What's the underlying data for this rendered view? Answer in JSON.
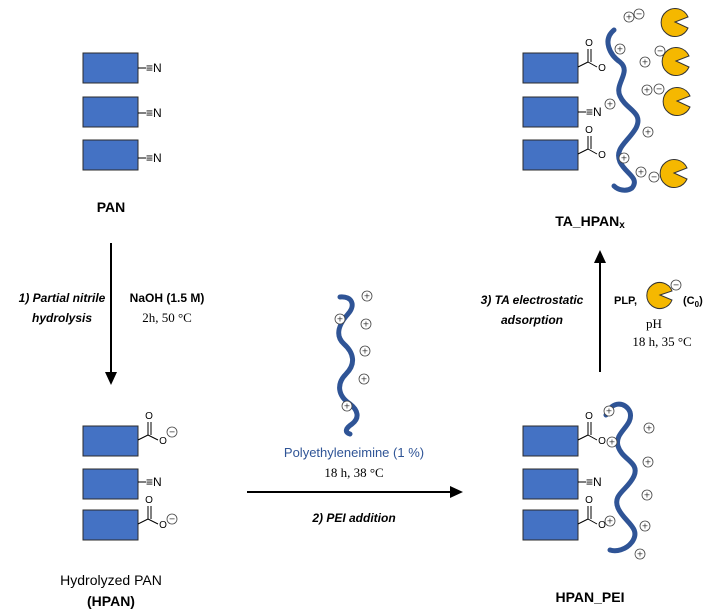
{
  "labels": {
    "pan": "PAN",
    "ta_hpan": "TA_HPAN",
    "ta_hpan_sub": "x",
    "hydrolyzed_line1": "Hydrolyzed PAN",
    "hydrolyzed_line2": "(HPAN)",
    "hpan_pei": "HPAN_PEI"
  },
  "groups": {
    "nitrile": "≡N",
    "oxygen": "O",
    "plus": "+",
    "minus": "−"
  },
  "step1": {
    "name_line1": "1) Partial nitrile",
    "name_line2": "hydrolysis",
    "reagent": "NaOH (1.5 M)",
    "conditions": "2h, 50 °C"
  },
  "step2": {
    "reagent": "Polyethyleneimine (1 %)",
    "conditions": "18 h, 38 °C",
    "name": "2) PEI addition"
  },
  "step3": {
    "name_line1": "3) TA electrostatic",
    "name_line2": "adsorption",
    "reagent_plp": "PLP,",
    "reagent_c0": "(C",
    "reagent_c0_sub": "0",
    "reagent_c0_close": ")",
    "ph": "pH",
    "conditions": "18 h, 35 °C"
  },
  "colors": {
    "block": "#4472C4",
    "polymer_chain": "#2F5496",
    "enzyme": "#F5B800",
    "pei_text": "#2F5496"
  }
}
